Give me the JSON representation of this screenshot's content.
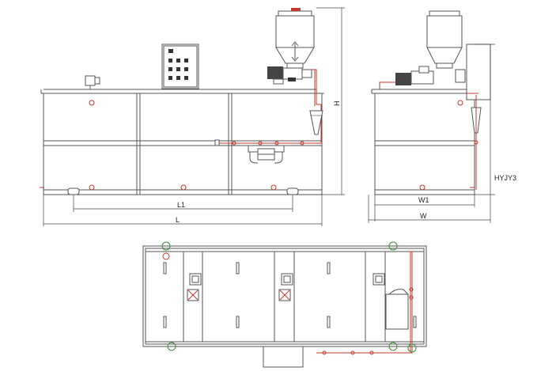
{
  "labels": {
    "height": "H",
    "length_inner": "L1",
    "length_total": "L",
    "width_inner": "W1",
    "width_total": "W",
    "model": "HYJY3"
  },
  "colors": {
    "line": "#555555",
    "pipe": "#c0392b",
    "fitting": "#3a8f3a"
  }
}
